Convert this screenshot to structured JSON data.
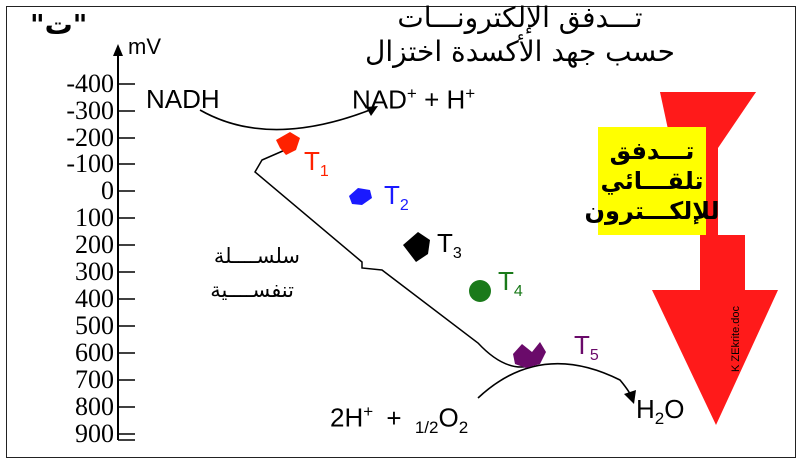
{
  "title": {
    "line1": "تـــدفق الإلكترونـــات",
    "line2": "حسب جهد الأكسدة اختزال"
  },
  "corner_label": "\"ت\"",
  "axis": {
    "unit": "mV",
    "ticks": [
      "-400",
      "-300",
      "-200",
      "-100",
      "0",
      "100",
      "200",
      "300",
      "400",
      "500",
      "600",
      "700",
      "800",
      "900"
    ]
  },
  "reactions": {
    "nadh": "NADH",
    "nad": "NAD",
    "nad_sup": "+",
    "plus": "+ H",
    "h_sup": "+",
    "bottom_left": "2H",
    "bottom_sup": "+",
    "bottom_plus": "+",
    "half": "1/2",
    "o2": "O",
    "o2_sub": "2",
    "water": "H",
    "water_sub": "2",
    "water_o": "O"
  },
  "chain_label": {
    "line1": "سلســــلة",
    "line2": "تنفســــية"
  },
  "flow_box": {
    "line1": "تـــدفق",
    "line2": "تلقـــائي",
    "line3": "للإلكـــترون"
  },
  "transporters": [
    {
      "name": "T",
      "sub": "1",
      "color": "#ff2200"
    },
    {
      "name": "T",
      "sub": "2",
      "color": "#1a1aff"
    },
    {
      "name": "T",
      "sub": "3",
      "color": "#000000"
    },
    {
      "name": "T",
      "sub": "4",
      "color": "#1a7a1a"
    },
    {
      "name": "T",
      "sub": "5",
      "color": "#6a0a6a"
    }
  ],
  "file_label": "K ZEkrite.doc",
  "colors": {
    "arrow_red": "#ff1a1a",
    "box_yellow": "#ffff00"
  }
}
